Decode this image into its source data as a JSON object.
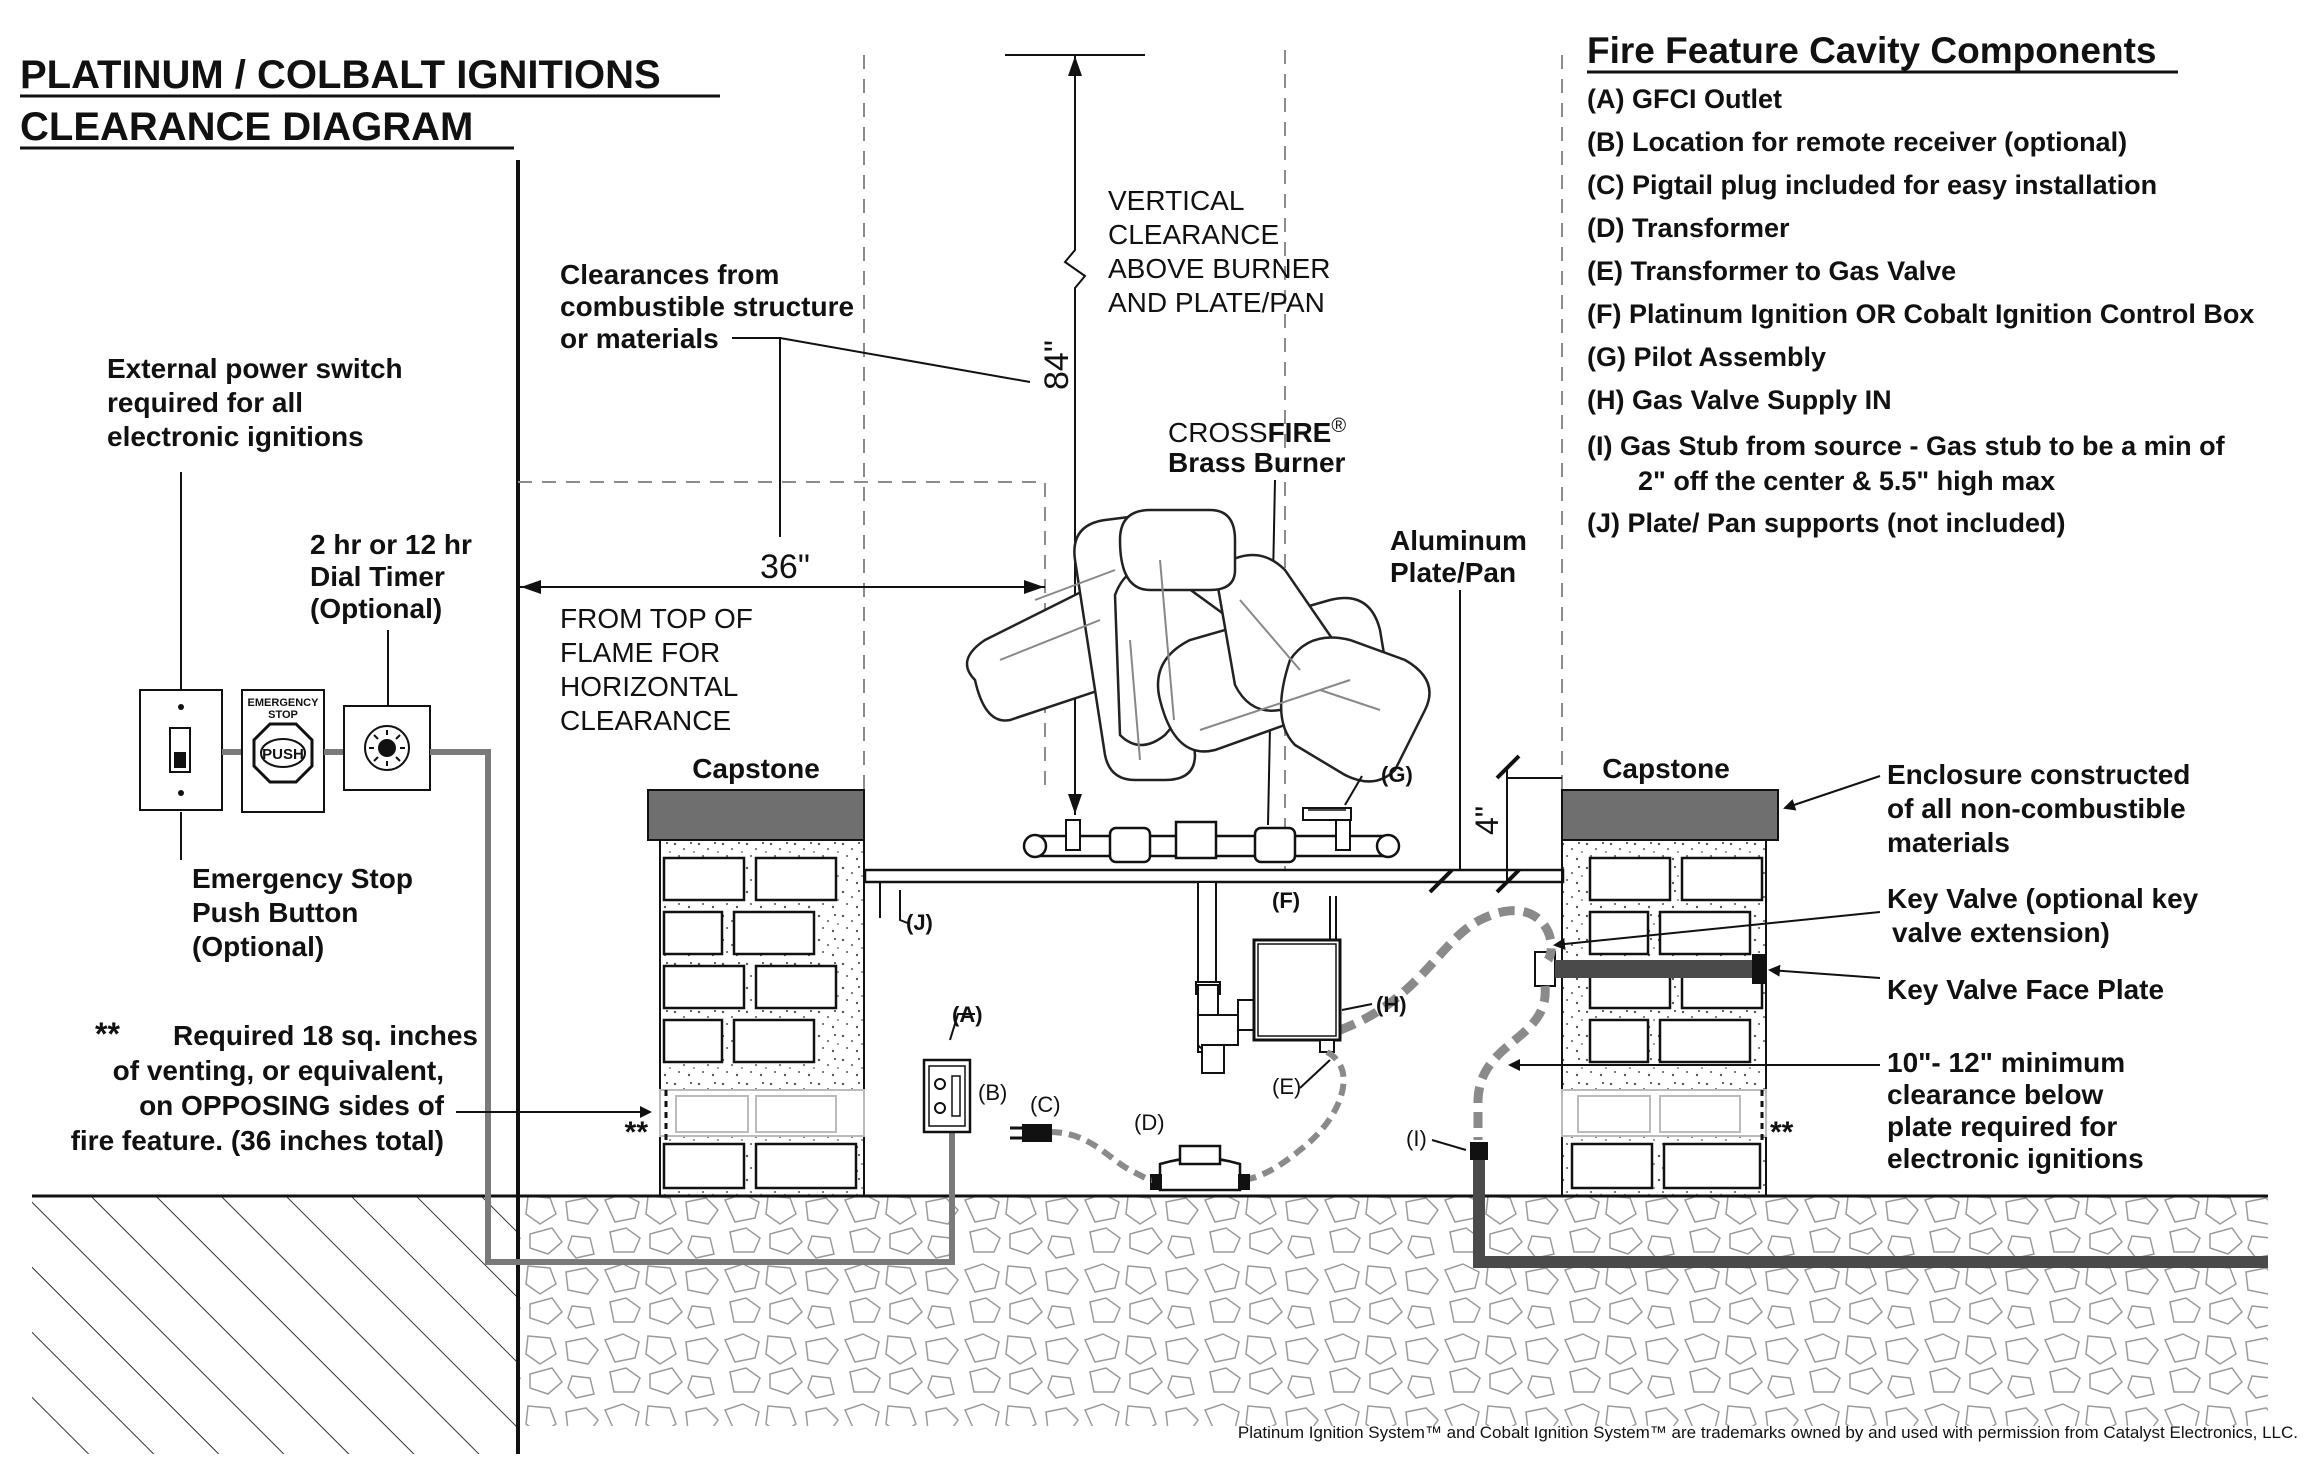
{
  "title": {
    "line1": "PLATINUM / COLBALT IGNITIONS",
    "line2": "CLEARANCE DIAGRAM"
  },
  "components": {
    "heading": "Fire Feature Cavity Components",
    "items": [
      "(A) GFCI Outlet",
      "(B) Location for remote receiver (optional)",
      "(C) Pigtail plug included for easy installation",
      "(D) Transformer",
      "(E) Transformer to Gas Valve",
      "(F) Platinum Ignition OR Cobalt Ignition Control Box",
      "(G) Pilot Assembly",
      "(H) Gas Valve Supply IN",
      "(I)  Gas Stub from source - Gas stub to be a min of",
      "2\" off the center & 5.5\" high max",
      "(J)  Plate/ Pan supports (not included)"
    ]
  },
  "labels": {
    "external_power": [
      "External power switch",
      "required for all",
      "electronic ignitions"
    ],
    "dial_timer": [
      "2 hr or 12 hr",
      "Dial Timer",
      "(Optional)"
    ],
    "emergency_stop": [
      "Emergency Stop",
      "Push Button",
      "(Optional)"
    ],
    "emergency_box_top": [
      "EMERGENCY",
      "STOP"
    ],
    "emergency_box_push": "PUSH",
    "venting": [
      "Required 18 sq. inches",
      "of venting, or equivalent,",
      "on OPPOSING sides of",
      "fire feature. (36 inches total)"
    ],
    "venting_prefix": "**",
    "double_star": "**",
    "clearances": [
      "Clearances from",
      "combustible structure",
      "or materials"
    ],
    "dim_36": "36\"",
    "dim_84": "84\"",
    "dim_4": "4\"",
    "from_top": [
      "FROM TOP OF",
      "FLAME FOR",
      "HORIZONTAL",
      "CLEARANCE"
    ],
    "vertical": [
      "VERTICAL",
      "CLEARANCE",
      "ABOVE BURNER",
      "AND PLATE/PAN"
    ],
    "crossfire_a": "CROSS",
    "crossfire_b": "FIRE",
    "crossfire_r": "®",
    "brass_burner": "Brass Burner",
    "aluminum": [
      "Aluminum",
      "Plate/Pan"
    ],
    "capstone_left": "Capstone",
    "capstone_right": "Capstone",
    "enclosure": [
      "Enclosure constructed",
      "of all non-combustible",
      "materials"
    ],
    "key_valve": [
      "Key Valve (optional key",
      "valve extension)"
    ],
    "key_valve_face": "Key Valve Face Plate",
    "min_clear": [
      "10\"- 12\" minimum",
      "clearance below",
      "plate required for",
      "electronic ignitions"
    ],
    "tag_a": "(A)",
    "tag_b": "(B)",
    "tag_c": "(C)",
    "tag_d": "(D)",
    "tag_e": "(E)",
    "tag_f": "(F)",
    "tag_g": "(G)",
    "tag_h": "(H)",
    "tag_i": "(I)",
    "tag_j": "(J)"
  },
  "footer": "Platinum Ignition System™ and Cobalt Ignition System™ are trademarks owned by and used with permission from Catalyst Electronics, LLC.",
  "colors": {
    "line": "#111111",
    "capstone": "#6f6f6f",
    "gas_line": "#8a8a8a",
    "wire": "#7a7a7a",
    "dash": "#8c8c8c"
  }
}
